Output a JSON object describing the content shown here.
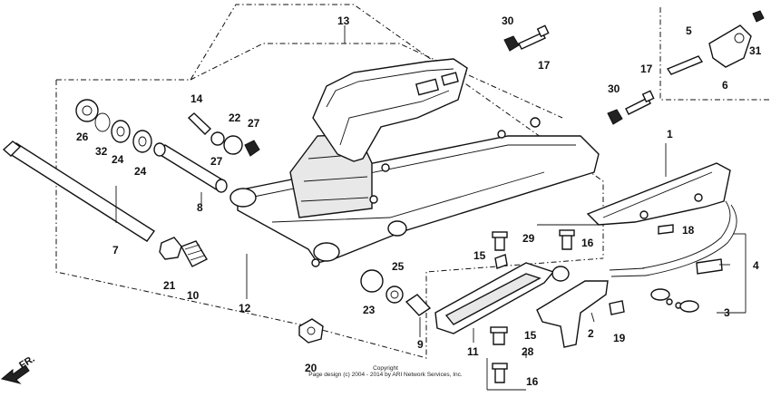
{
  "diagram": {
    "labels": {
      "p1": "1",
      "p2": "2",
      "p3": "3",
      "p4": "4",
      "p5": "5",
      "p6": "6",
      "p7": "7",
      "p8": "8",
      "p9": "9",
      "p10": "10",
      "p11": "11",
      "p12": "12",
      "p13": "13",
      "p14": "14",
      "p15a": "15",
      "p15b": "15",
      "p16a": "16",
      "p16b": "16",
      "p17a": "17",
      "p17b": "17",
      "p18": "18",
      "p19": "19",
      "p20": "20",
      "p21": "21",
      "p22": "22",
      "p23": "23",
      "p24a": "24",
      "p24b": "24",
      "p25": "25",
      "p26": "26",
      "p27a": "27",
      "p27b": "27",
      "p28": "28",
      "p29": "29",
      "p30a": "30",
      "p30b": "30",
      "p31": "31",
      "p32": "32"
    },
    "front_indicator": "FR.",
    "copyright_line1": "Copyright",
    "copyright_line2": "Page design (c) 2004 - 2014 by ARI Network Services, Inc."
  }
}
